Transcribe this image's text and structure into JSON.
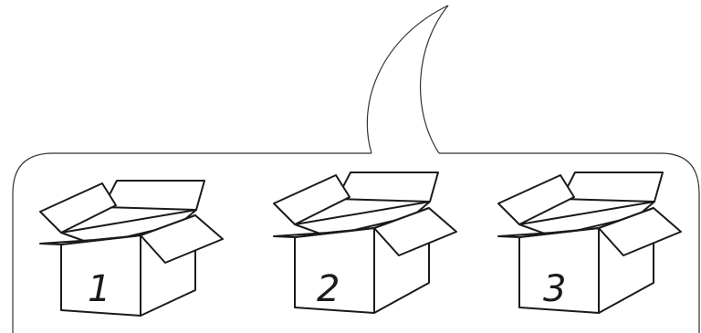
{
  "boxes": [
    {
      "label": "1"
    },
    {
      "label": "2"
    },
    {
      "label": "3"
    }
  ]
}
